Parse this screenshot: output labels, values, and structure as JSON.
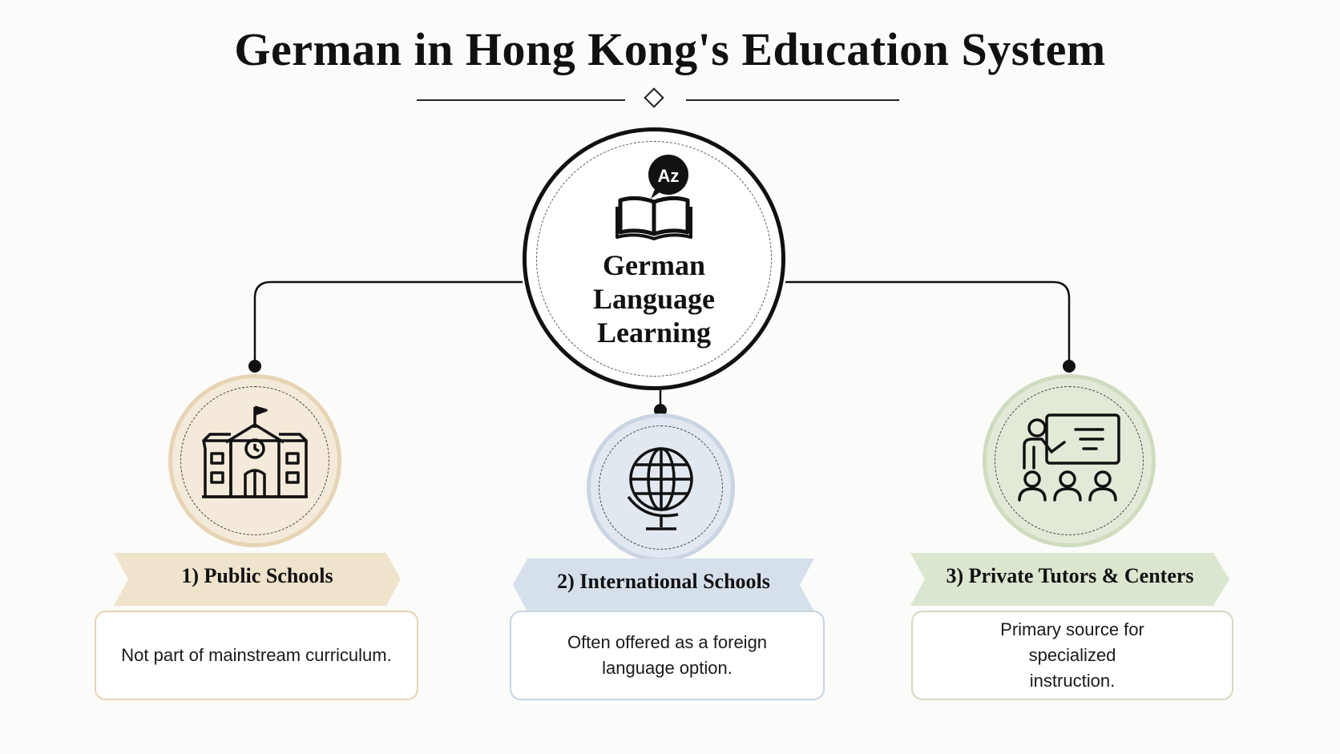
{
  "title": "German in Hong Kong's Education System",
  "hub": {
    "label": "German Language Learning",
    "icon": "book-az-icon",
    "icon_badge": "Az"
  },
  "branches": [
    {
      "label": "1) Public Schools",
      "description": "Not part of mainstream curriculum.",
      "icon": "school-building-icon",
      "color": "#efe3cc"
    },
    {
      "label": "2) International Schools",
      "description": "Often offered as a foreign language option.",
      "icon": "globe-icon",
      "color": "#d6e0eb"
    },
    {
      "label": "3) Private Tutors & Centers",
      "description": "Primary source for specialized instruction.",
      "icon": "teacher-classroom-icon",
      "color": "#dbe6cf"
    }
  ]
}
